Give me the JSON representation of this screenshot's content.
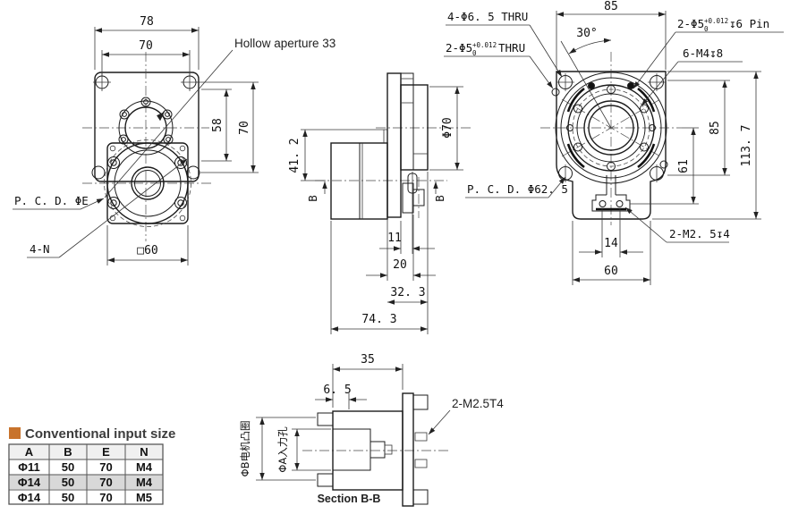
{
  "drawing": {
    "rear_view": {
      "dim_width_outer": "78",
      "dim_width_holes": "70",
      "dim_58": "58",
      "dim_70": "70",
      "dim_square": "□60",
      "pcd_label": "P. C. D. ΦE",
      "holes_label": "4-N",
      "hollow_label": "Hollow aperture 33"
    },
    "side_view": {
      "dim_offset": "41. 2",
      "dim_dia": "Φ70",
      "dim_11": "11",
      "dim_20": "20",
      "dim_32": "32. 3",
      "dim_74": "74. 3",
      "section_marker": "B"
    },
    "front_view": {
      "dim_width": "85",
      "dim_angle": "30°",
      "dim_height_holes": "85",
      "dim_height": "113. 7",
      "dim_61": "61",
      "dim_14": "14",
      "dim_60": "60",
      "thru1_label": "4-Φ6. 5 THRU",
      "thru2_prefix": "2-Φ5",
      "thru2_sup": "+0.012",
      "thru2_sub": "0",
      "thru2_suffix": "THRU",
      "pin_prefix": "2-Φ5",
      "pin_sup": "+0.012",
      "pin_sub": "0",
      "pin_suffix": "↧6 Pin",
      "m4_label": "6-M4↧8",
      "pcd_label": "P. C. D. Φ62. 5",
      "m25_label": "2-M2. 5↧4"
    },
    "section_view": {
      "dim_35": "35",
      "dim_65": "6. 5",
      "boss_label": "ΦB电机凸圈",
      "input_label": "ΦA入力孔",
      "screw_label": "2-M2.5T4",
      "caption": "Section B-B"
    }
  },
  "table": {
    "title": "Conventional input size",
    "headers": [
      "A",
      "B",
      "E",
      "N"
    ],
    "rows": [
      [
        "Φ11",
        "50",
        "70",
        "M4"
      ],
      [
        "Φ14",
        "50",
        "70",
        "M4"
      ],
      [
        "Φ14",
        "50",
        "70",
        "M5"
      ]
    ]
  },
  "colors": {
    "accent": "#c8732c",
    "line": "#1c1c1c",
    "row_shade": "#d8d8d8",
    "header_shade": "#f0f0f0"
  }
}
